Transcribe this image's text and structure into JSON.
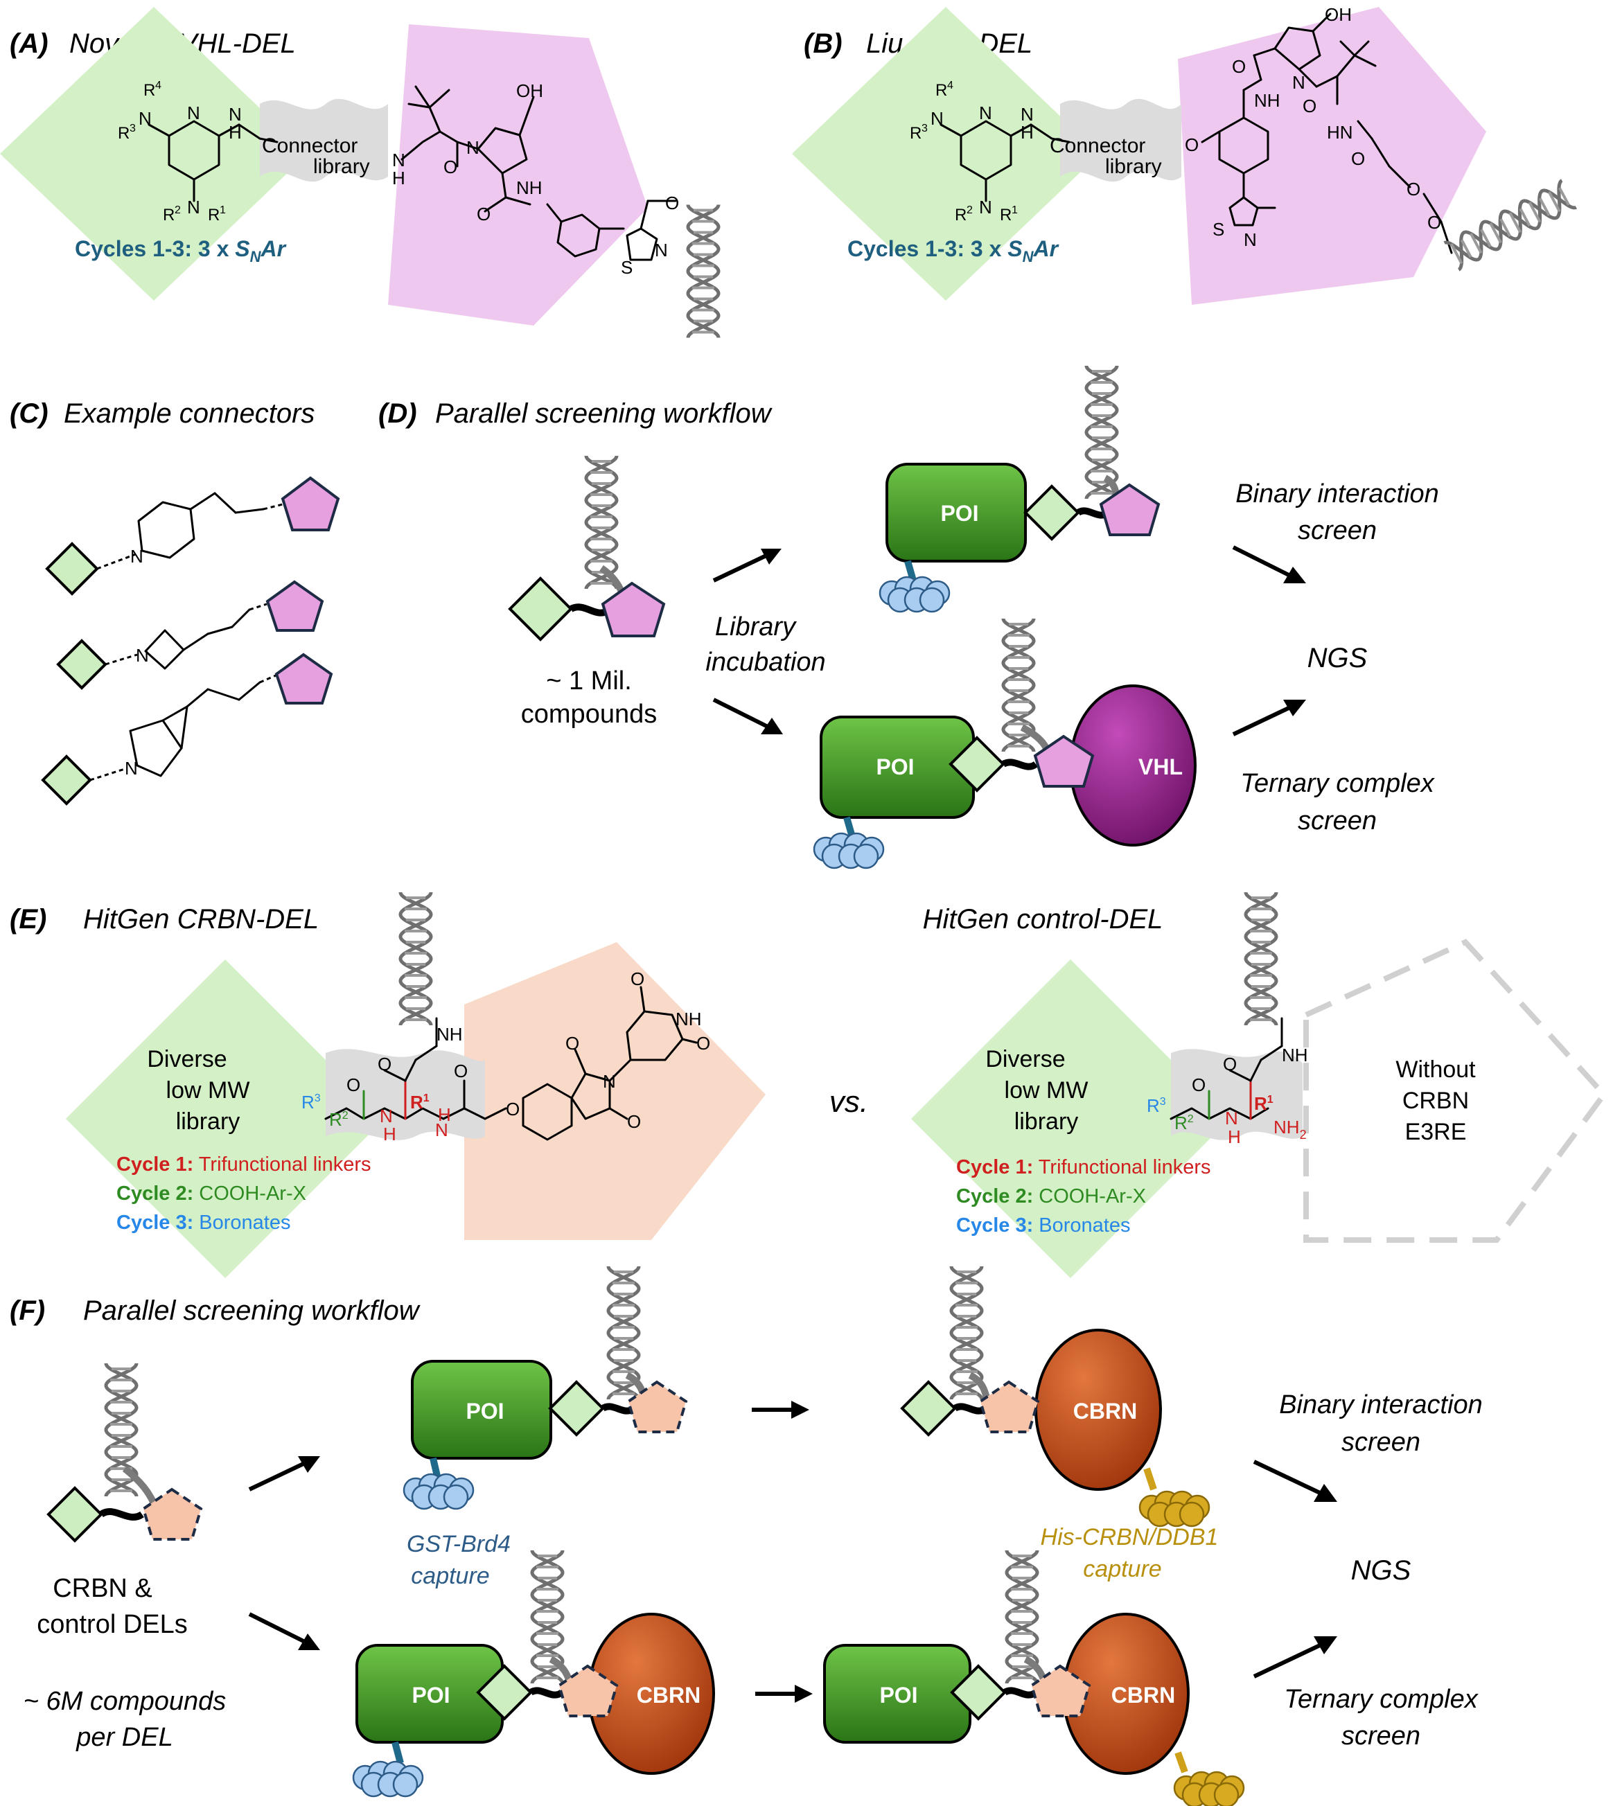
{
  "colors": {
    "green_shape": "#d4f0c6",
    "green_block_light": "#63b840",
    "green_block_dark": "#2e7a18",
    "pink_shape": "#eec8ee",
    "pink_small": "#e7a0df",
    "salmon_shape": "#f9d9c7",
    "salmon_small": "#f7c4aa",
    "vhl_purple": "#8e1c87",
    "crbn_orange": "#c0450f",
    "bead_blue": "#a9cdf0",
    "bead_gold": "#cfa01a",
    "cycle_teal": "#1e5f80",
    "cycle1_red": "#d01f1f",
    "cycle2_green": "#2e8b22",
    "cycle3_blue": "#2687e8",
    "capture_blue": "#2d5b87",
    "capture_gold": "#b8900d"
  },
  "panel_a": {
    "letter": "(A)",
    "title": "Novartis VHL-DEL",
    "connector": "Connector",
    "library": "library",
    "cycles_prefix": "Cycles 1-3: 3 x ",
    "snar": "S",
    "snar_sub": "N",
    "snar_suffix": "Ar",
    "oh": "OH",
    "nh": "NH",
    "n": "N",
    "h": "H",
    "s": "S",
    "o": "O",
    "r1": "R",
    "r1_sup": "1",
    "r2": "R",
    "r2_sup": "2",
    "r3": "R",
    "r3_sup": "3",
    "r4": "R",
    "r4_sup": "4"
  },
  "panel_b": {
    "letter": "(B)",
    "title": "Liu et al. DEL",
    "connector": "Connector",
    "library": "library",
    "cycles_prefix": "Cycles 1-3: 3 x ",
    "snar": "S",
    "snar_sub": "N",
    "snar_suffix": "Ar",
    "oh": "OH",
    "nh": "NH",
    "hn": "HN",
    "n": "N",
    "h": "H",
    "s": "S",
    "o": "O"
  },
  "panel_c": {
    "letter": "(C)",
    "title": "Example connectors",
    "n": "N"
  },
  "panel_d": {
    "letter": "(D)",
    "title": "Parallel screening workflow",
    "compounds_line1": "~ 1 Mil.",
    "compounds_line2": "compounds",
    "incubation_line1": "Library",
    "incubation_line2": "incubation",
    "poi": "POI",
    "vhl": "VHL",
    "binary_line1": "Binary interaction",
    "binary_line2": "screen",
    "ngs": "NGS",
    "ternary_line1": "Ternary complex",
    "ternary_line2": "screen"
  },
  "panel_e": {
    "letter": "(E)",
    "title": "HitGen CRBN-DEL",
    "control_title": "HitGen control-DEL",
    "diverse_line1": "Diverse",
    "diverse_line2": "low MW",
    "diverse_line3": "library",
    "cycle1_label": "Cycle 1:",
    "cycle1_text": " Trifunctional linkers",
    "cycle2_label": "Cycle 2:",
    "cycle2_text": " COOH-Ar-X",
    "cycle3_label": "Cycle 3:",
    "cycle3_text": " Boronates",
    "vs": "vs.",
    "without_line1": "Without",
    "without_line2": "CRBN",
    "without_line3": "E3RE",
    "nh": "NH",
    "n": "N",
    "h": "H",
    "o": "O",
    "nh2": "NH",
    "nh2_sub": "2",
    "r1": "R",
    "r1_sup": "1",
    "r2": "R",
    "r2_sup": "2",
    "r3": "R",
    "r3_sup": "3"
  },
  "panel_f": {
    "letter": "(F)",
    "title": "Parallel screening workflow",
    "dels_line1": "CRBN &",
    "dels_line2": "control DELs",
    "compounds_line1": "~ 6M compounds",
    "compounds_line2": "per DEL",
    "poi": "POI",
    "cbrn": "CBRN",
    "gst_line1": "GST-Brd4",
    "gst_line2": "capture",
    "his_line1": "His-CRBN/DDB1",
    "his_line2": "capture",
    "binary_line1": "Binary interaction",
    "binary_line2": "screen",
    "ngs": "NGS",
    "ternary_line1": "Ternary complex",
    "ternary_line2": "screen"
  }
}
